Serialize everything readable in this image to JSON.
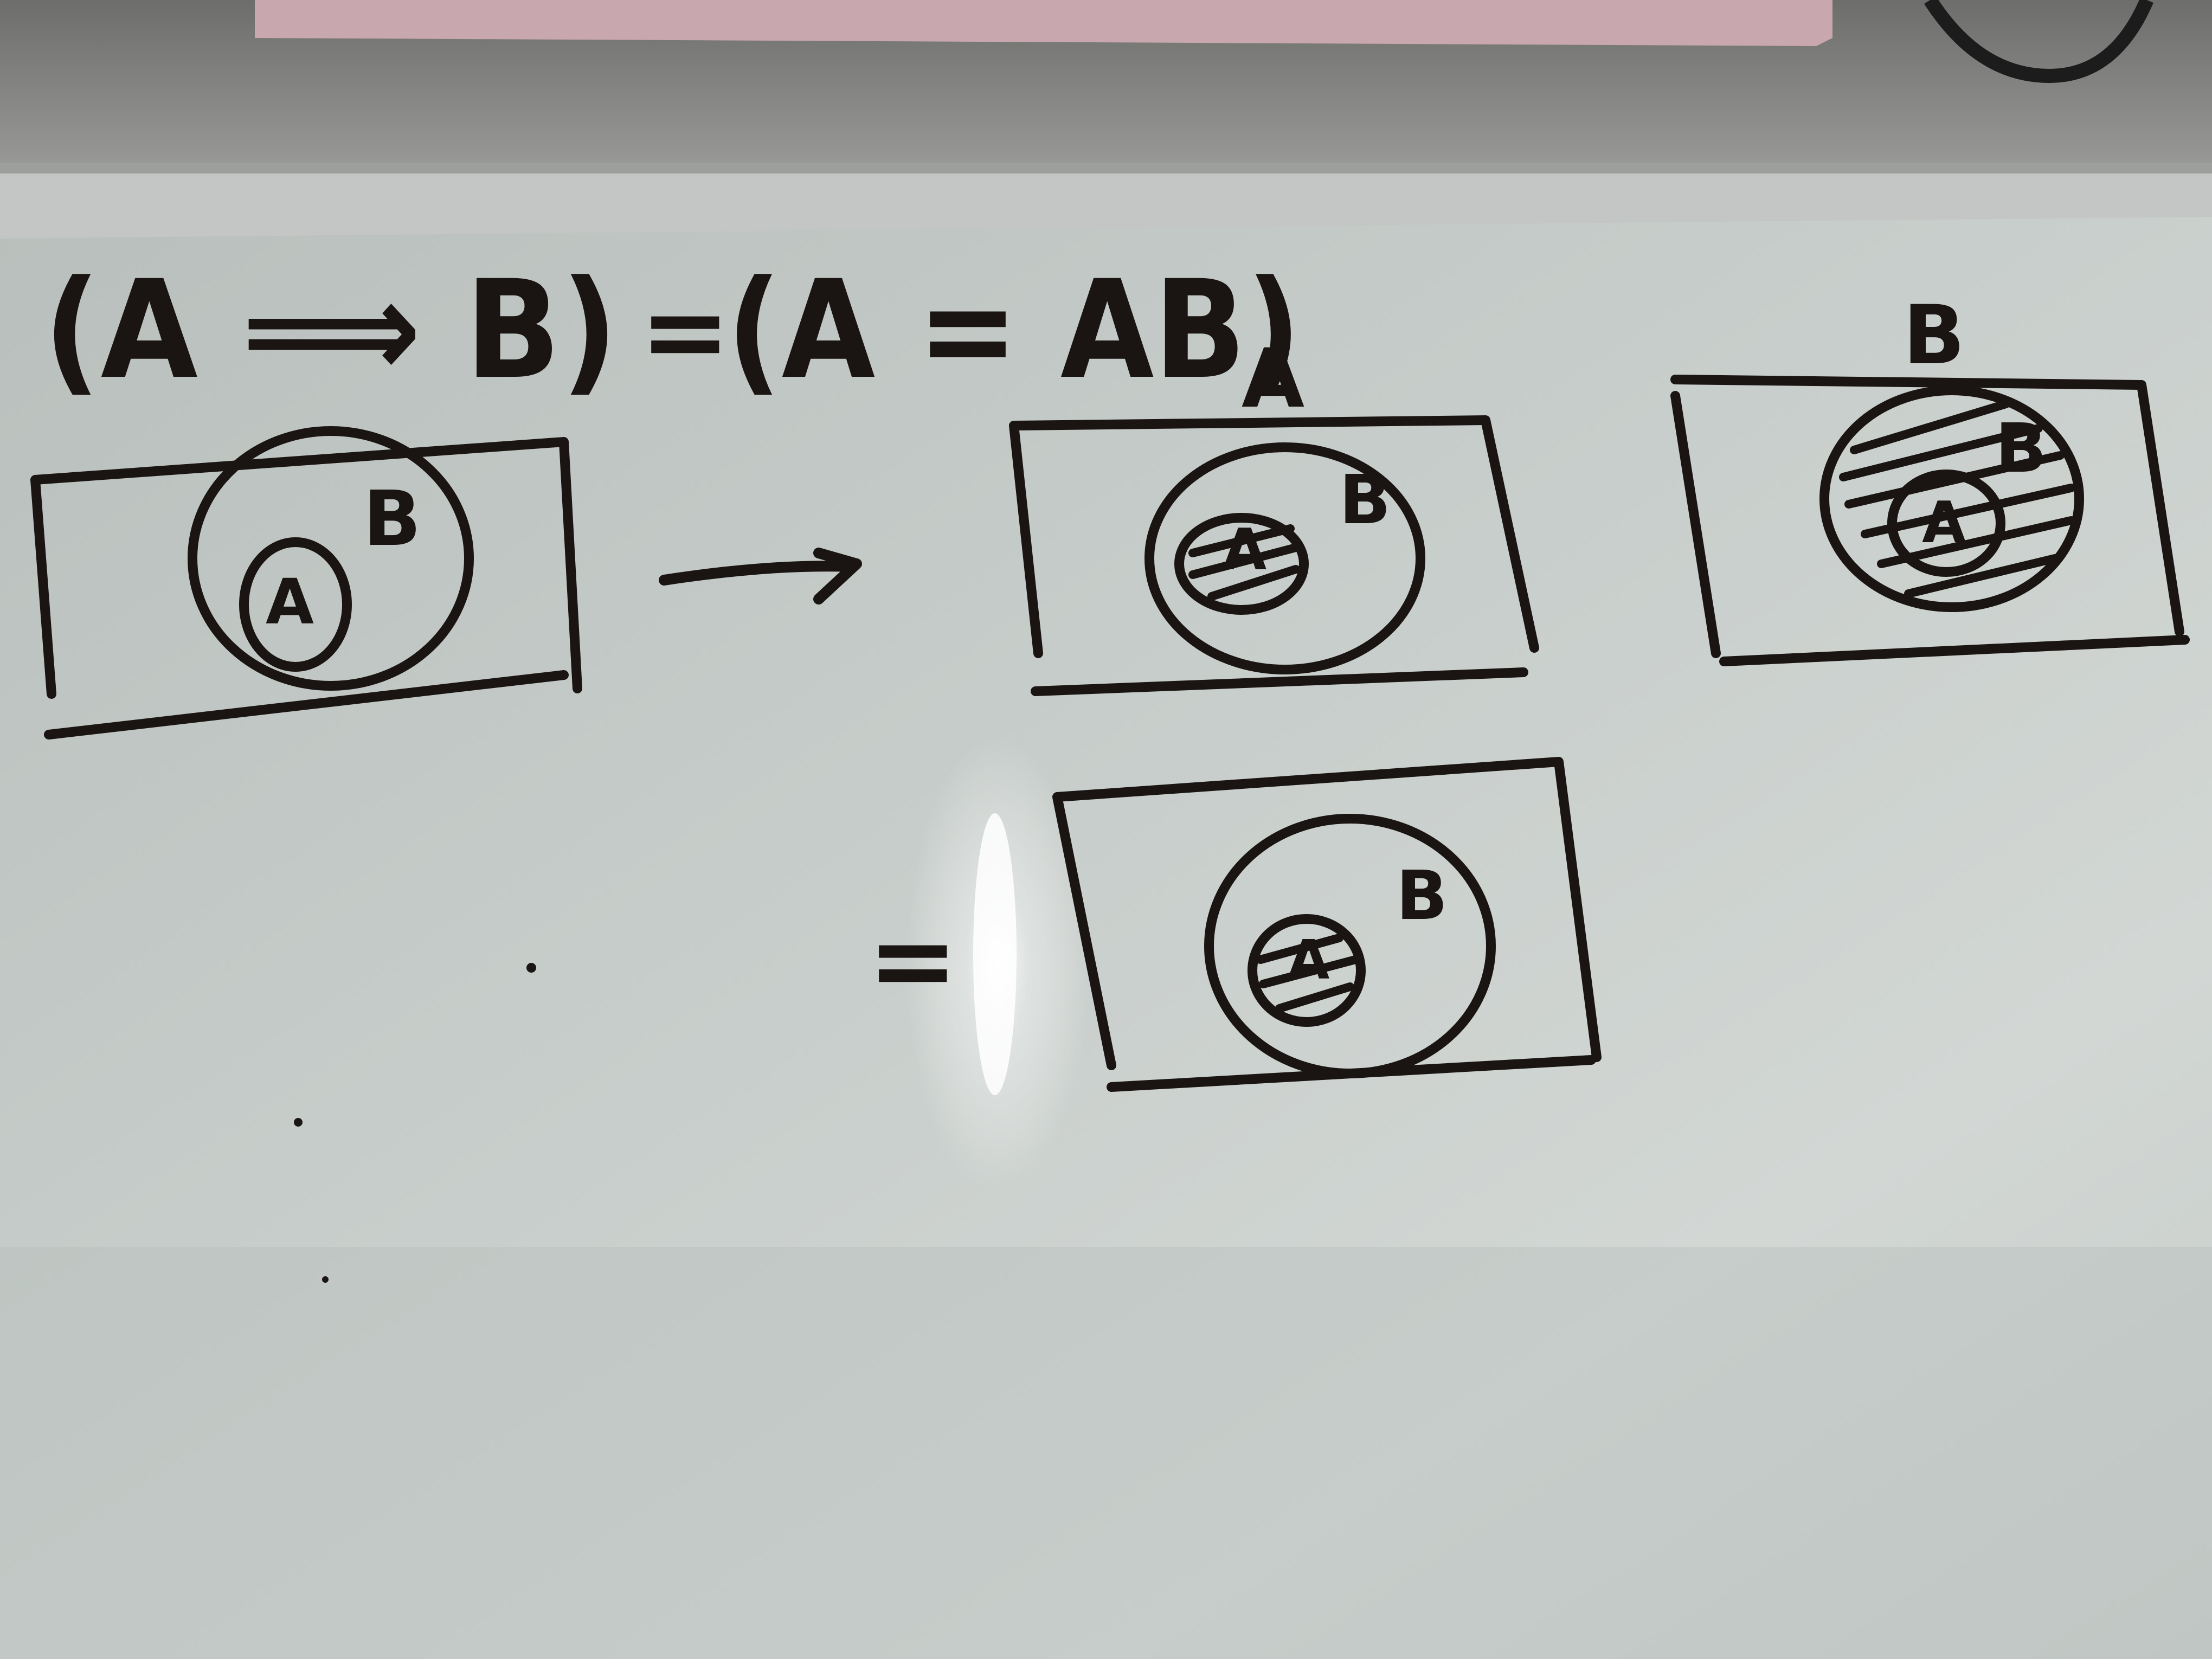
{
  "colors": {
    "ink": "#1a1513",
    "board": "#c9cfcc",
    "board_shadow": "#6f7371",
    "wall": "#8c8d8b",
    "frame": "#c7c9c7",
    "pink_box": "#c9a7ae"
  },
  "formula": {
    "lhs": "(A ⟹ B)",
    "equals": "=",
    "rhs": "(A = AB)"
  },
  "diagrams": [
    {
      "id": "original",
      "inner": "A",
      "outer": "B",
      "outer_hatched": false,
      "inner_hatched": false
    },
    {
      "id": "highlight-a",
      "top_label": "A",
      "inner": "A",
      "outer": "B",
      "outer_hatched": false,
      "inner_hatched": true
    },
    {
      "id": "highlight-b",
      "top_label": "B",
      "inner": "A",
      "outer": "B",
      "outer_hatched": true,
      "inner_hatched": true
    },
    {
      "id": "result",
      "inner": "A",
      "outer": "B",
      "outer_hatched": false,
      "inner_hatched": true
    }
  ],
  "connectors": {
    "arrow": "→",
    "equals": "="
  }
}
